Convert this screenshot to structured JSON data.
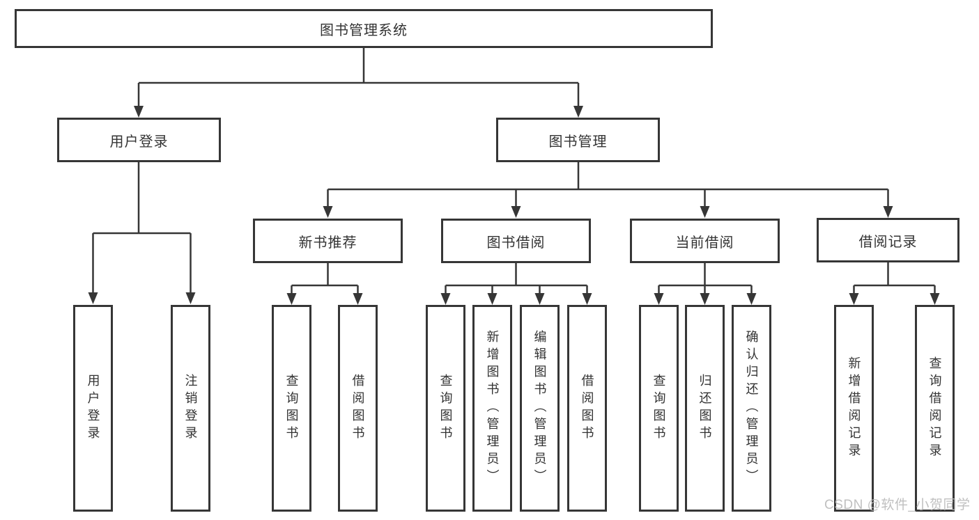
{
  "diagram": {
    "root": "图书管理系统",
    "level2": {
      "user_login": "用户登录",
      "book_mgmt": "图书管理"
    },
    "level3": {
      "new_books": "新书推荐",
      "book_borrow": "图书借阅",
      "current_borrow": "当前借阅",
      "borrow_records": "借阅记录"
    },
    "leaves": {
      "user_login": "用户登录",
      "logout": "注销登录",
      "nb_query_books": "查询图书",
      "nb_borrow_books": "借阅图书",
      "bb_query_books": "查询图书",
      "bb_add_books": "新增图书（管理员）",
      "bb_edit_books": "编辑图书（管理员）",
      "bb_borrow_books": "借阅图书",
      "cb_query_books": "查询图书",
      "cb_return_books": "归还图书",
      "cb_confirm_return": "确认归还（管理员）",
      "br_add_record": "新增借阅记录",
      "br_query_record": "查询借阅记录"
    },
    "watermark": "CSDN @软件_小贺同学",
    "colors": {
      "line": "#363636",
      "text": "#333333",
      "box_background": "#ffffff",
      "watermark": "#b9b9b9"
    }
  }
}
